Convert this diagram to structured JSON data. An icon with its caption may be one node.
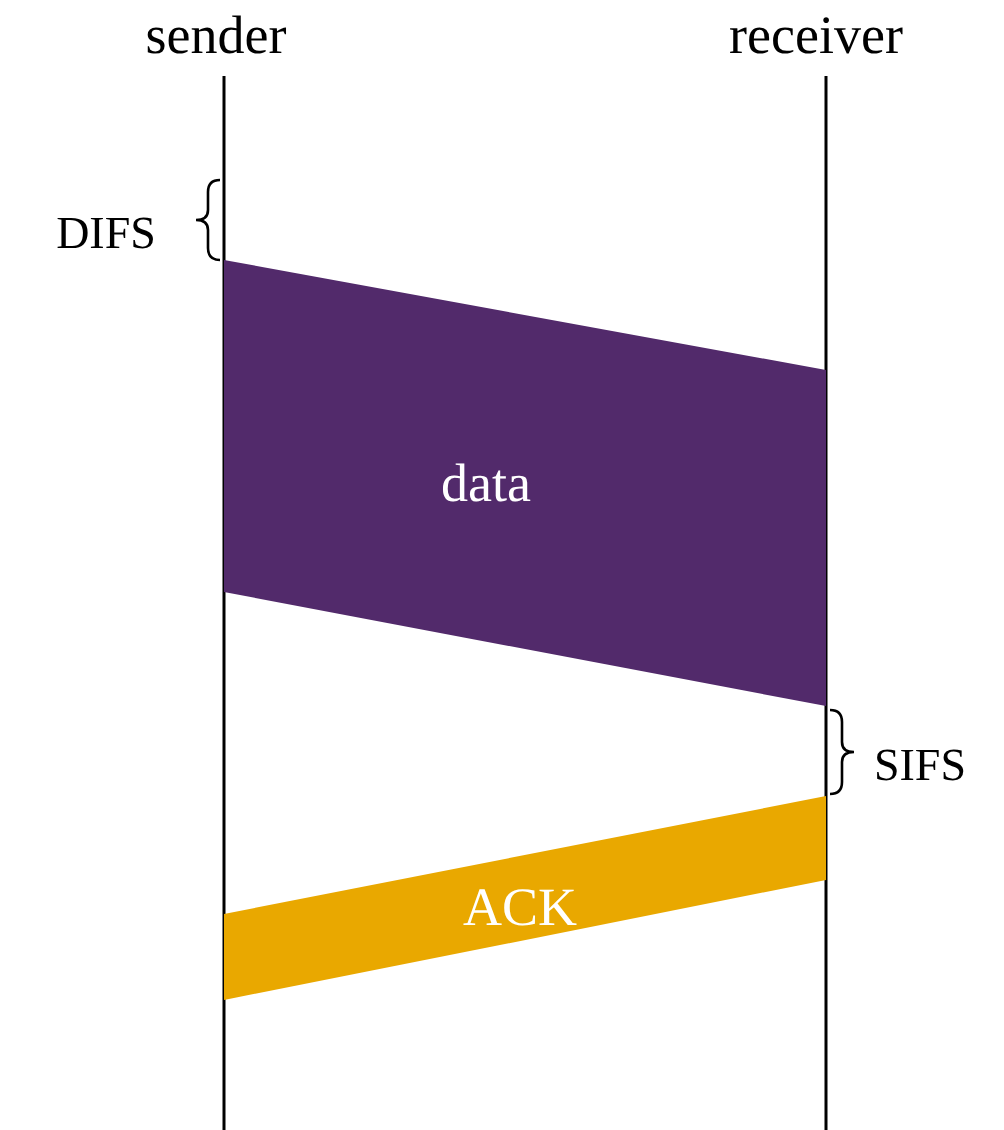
{
  "diagram": {
    "nodes": [
      {
        "text": [
          "data"
        ]
      },
      {
        "text": [
          "ACK"
        ]
      }
    ],
    "labels": [
      "sender",
      "receiver",
      "DIFS",
      "SIFS"
    ]
  }
}
